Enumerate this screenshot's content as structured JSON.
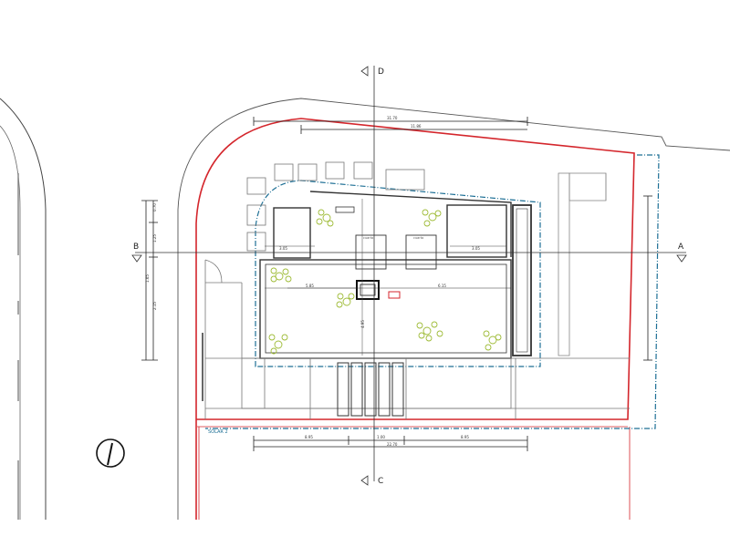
{
  "drawing": {
    "section_markers": {
      "left": "B",
      "right": "A",
      "top": "D",
      "bottom": "C"
    },
    "dimensions_top": {
      "overall": "31.70",
      "inner": "11.86"
    },
    "dimensions_bottom": {
      "overall": "22.70",
      "left": "8.95",
      "middle": "1.00",
      "right": "8.95"
    },
    "dimensions_left": [
      "0.70",
      "1.25",
      "1.65",
      "2.15"
    ],
    "dimensions_inner": {
      "left_bay": "3.05",
      "right_bay": "3.05",
      "center_left": "5.85",
      "center_right": "6.15",
      "vertical": "4.95"
    },
    "room_labels": {
      "room_a": "cuarto",
      "room_b": "cuarto"
    },
    "plot_label": "SOLAR 2",
    "colors": {
      "property_line": "#d4262c",
      "building_outline": "#1d6f95",
      "construction": "#333333",
      "vegetation": "#b8d24a"
    }
  }
}
